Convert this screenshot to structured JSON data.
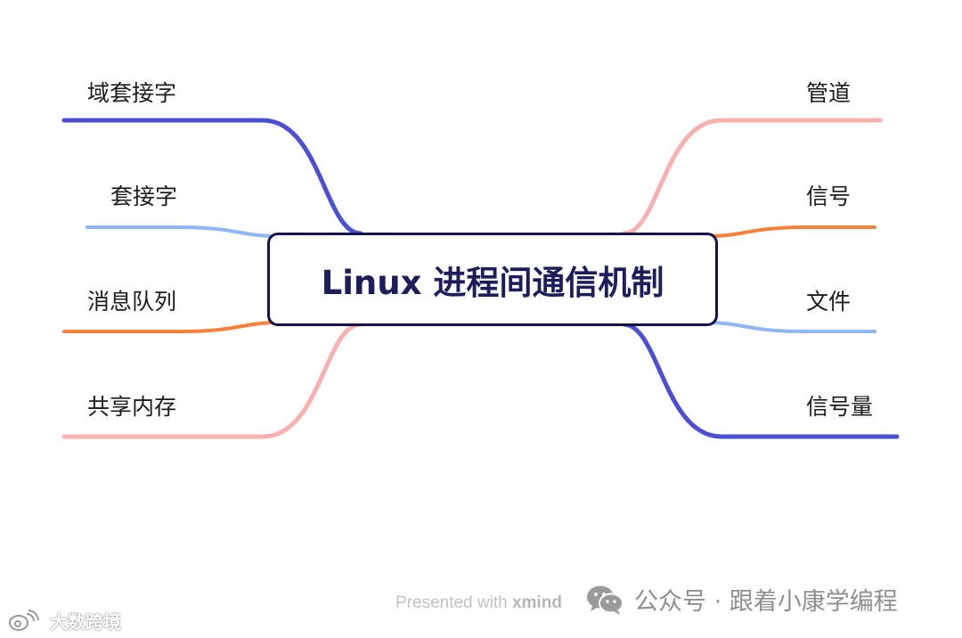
{
  "central_topic": "Linux 进程间通信机制",
  "branches": {
    "left": [
      {
        "label": "域套接字",
        "color": "#4a4fd4"
      },
      {
        "label": "套接字",
        "color": "#8fb6f5"
      },
      {
        "label": "消息队列",
        "color": "#f5813a"
      },
      {
        "label": "共享内存",
        "color": "#f8b0b0"
      }
    ],
    "right": [
      {
        "label": "管道",
        "color": "#f8b0b0"
      },
      {
        "label": "信号",
        "color": "#f5813a"
      },
      {
        "label": "文件",
        "color": "#8fb6f5"
      },
      {
        "label": "信号量",
        "color": "#4a4fd4"
      }
    ]
  },
  "footer": {
    "presented_prefix": "Presented with",
    "presented_brand": "xmind",
    "wechat_icon": "wechat-icon",
    "wechat_text": "公众号 · 跟着小康学编程",
    "watermark_icon": "weibo-logo-icon",
    "watermark_text": "大数跨境"
  }
}
